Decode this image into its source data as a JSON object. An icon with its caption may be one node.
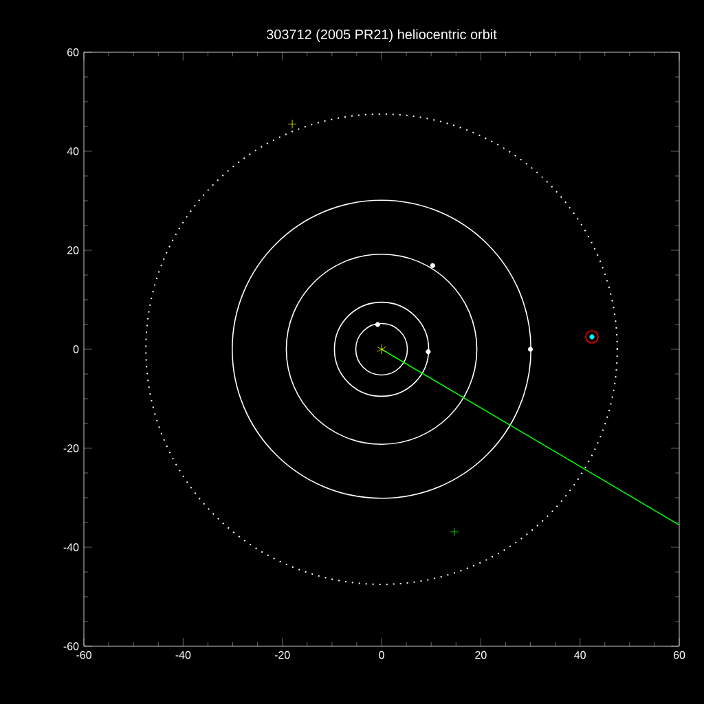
{
  "diagram": {
    "chart_data": {
      "type": "line",
      "title": "303712 (2005 PR21) heliocentric orbit",
      "xlim": [
        -60,
        60
      ],
      "ylim": [
        -60,
        60
      ],
      "xticks": [
        -60,
        -40,
        -20,
        0,
        20,
        40,
        60
      ],
      "yticks": [
        -60,
        -40,
        -20,
        0,
        20,
        40,
        60
      ],
      "series": [
        {
          "color": "#00ff00",
          "x": [
            0,
            60
          ],
          "values": [
            0,
            -35.5
          ]
        },
        {
          "color": "#ffffff",
          "marker": "circle",
          "x": [
            -0.8
          ],
          "values": [
            5.0
          ]
        },
        {
          "color": "#ffffff",
          "marker": "circle",
          "x": [
            9.4
          ],
          "values": [
            -0.5
          ]
        },
        {
          "color": "#ffffff",
          "marker": "circle",
          "x": [
            10.3
          ],
          "values": [
            16.9
          ]
        },
        {
          "color": "#ffffff",
          "marker": "circle",
          "x": [
            30
          ],
          "values": [
            0
          ]
        },
        {
          "color": "#ffff00",
          "marker": "cross",
          "x": [
            0
          ],
          "values": [
            0
          ]
        },
        {
          "color": "#00ffff",
          "marker": "circle",
          "x": [
            42.4
          ],
          "values": [
            2.5
          ]
        },
        {
          "color": "#ff0000",
          "marker": "open-circle",
          "x": [
            42.4
          ],
          "values": [
            2.5
          ]
        },
        {
          "color": "#ffff00",
          "marker": "plus",
          "x": [
            -18
          ],
          "values": [
            45.5
          ]
        },
        {
          "color": "#00ff00",
          "marker": "plus",
          "x": [
            14.7
          ],
          "values": [
            -36.9
          ]
        }
      ]
    }
  }
}
